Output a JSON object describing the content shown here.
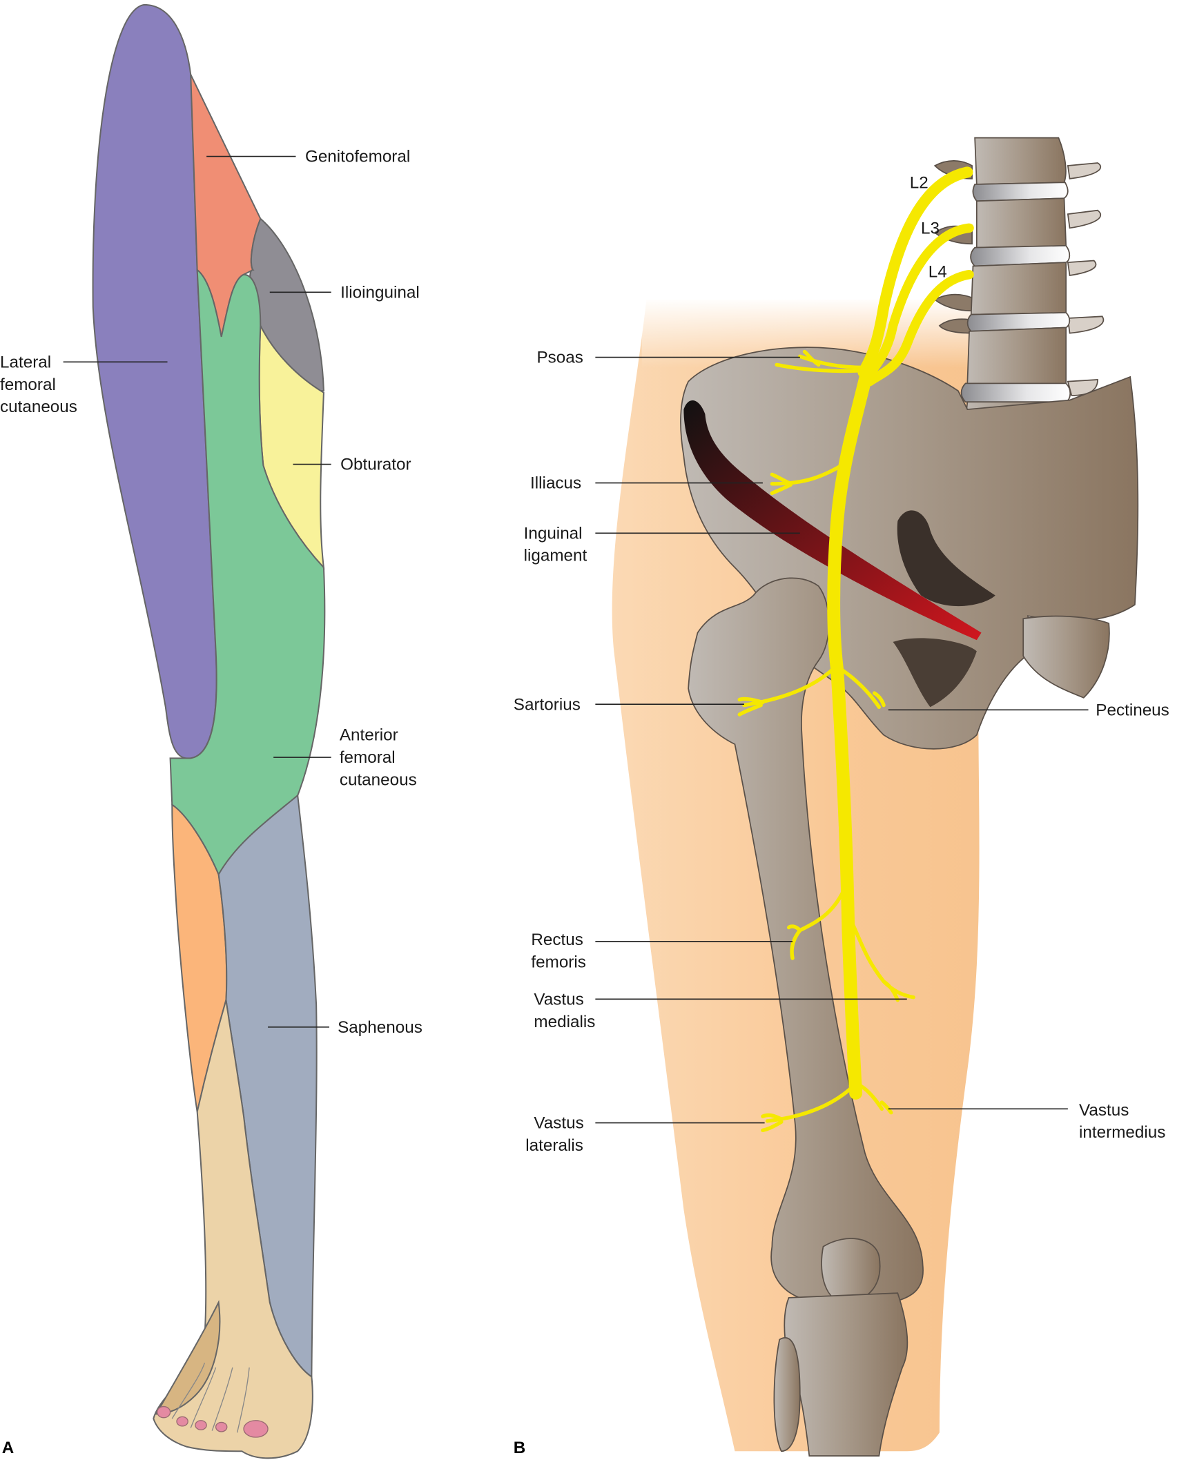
{
  "panels": {
    "a": "A",
    "b": "B"
  },
  "panel_a": {
    "labels": {
      "genitofemoral": "Genitofemoral",
      "ilioinguinal": "Ilioinguinal",
      "lateral_femoral_cutaneous": [
        "Lateral",
        "femoral",
        "cutaneous"
      ],
      "obturator": "Obturator",
      "anterior_femoral_cutaneous": [
        "Anterior",
        "femoral",
        "cutaneous"
      ],
      "saphenous": "Saphenous"
    },
    "colors": {
      "lateral_femoral_cutaneous": "#8a80bd",
      "genitofemoral": "#f08e74",
      "ilioinguinal": "#8f8d94",
      "obturator": "#f8f29a",
      "anterior_femoral_cutaneous": "#7cc898",
      "saphenous": "#a1acbf",
      "lateral_leg": "#fbb57a",
      "foot": "#ecd3a8"
    }
  },
  "panel_b": {
    "roots": [
      "L2",
      "L3",
      "L4"
    ],
    "labels": {
      "psoas": "Psoas",
      "illiacus": "Illiacus",
      "inguinal_ligament": [
        "Inguinal",
        "ligament"
      ],
      "sartorius": "Sartorius",
      "pectineus": "Pectineus",
      "rectus_femoris": [
        "Rectus",
        "femoris"
      ],
      "vastus_medialis": [
        "Vastus",
        "medialis"
      ],
      "vastus_lateralis": [
        "Vastus",
        "lateralis"
      ],
      "vastus_intermedius": [
        "Vastus",
        "intermedius"
      ]
    },
    "colors": {
      "nerve": "#f5e800",
      "bone": "#9a8a7a",
      "skin": "#f9cf9f",
      "ligament": "#c8161d"
    }
  }
}
